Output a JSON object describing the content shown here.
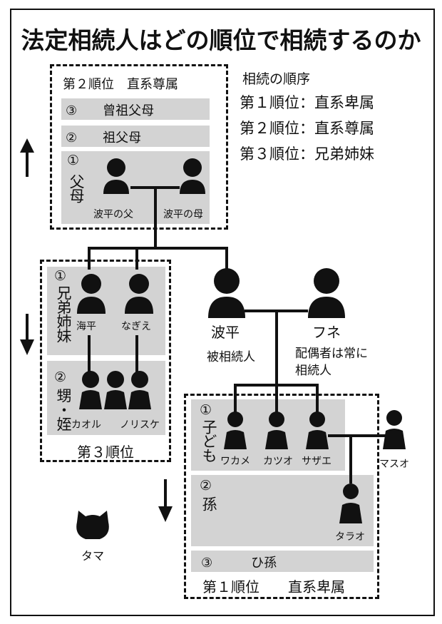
{
  "title": "法定相続人はどの順位で相続するのか",
  "legend": {
    "heading": "相続の順序",
    "items": [
      "第１順位：直系卑属",
      "第２順位：直系尊属",
      "第３順位：兄弟姉妹"
    ]
  },
  "box2": {
    "heading": "第２順位　直系尊属",
    "band3": "③　　曾祖父母",
    "band2": "②　　祖父母",
    "band1_num": "①",
    "band1_label": "父母",
    "father": "波平の父",
    "mother": "波平の母"
  },
  "box3": {
    "band1_num": "①",
    "band1_label": "兄弟姉妹",
    "sib1": "海平",
    "sib2": "なぎえ",
    "band2_num": "②",
    "band2_label": "甥・姪",
    "nephew1": "カオル",
    "nephew2": "ノリスケ",
    "footer": "第３順位"
  },
  "center": {
    "namihei": "波平",
    "fune": "フネ",
    "deceased": "被相続人",
    "spouse_note": "配偶者は常に\n相続人"
  },
  "box1": {
    "band1_num": "①",
    "band1_label": "子ども",
    "child1": "ワカメ",
    "child2": "カツオ",
    "child3": "サザエ",
    "band2_num": "②",
    "band2_label": "孫",
    "grandchild": "タラオ",
    "band3": "③　　　ひ孫",
    "footer": "第１順位　　直系卑属"
  },
  "outside": {
    "masuo": "マスオ",
    "tama": "タマ"
  }
}
